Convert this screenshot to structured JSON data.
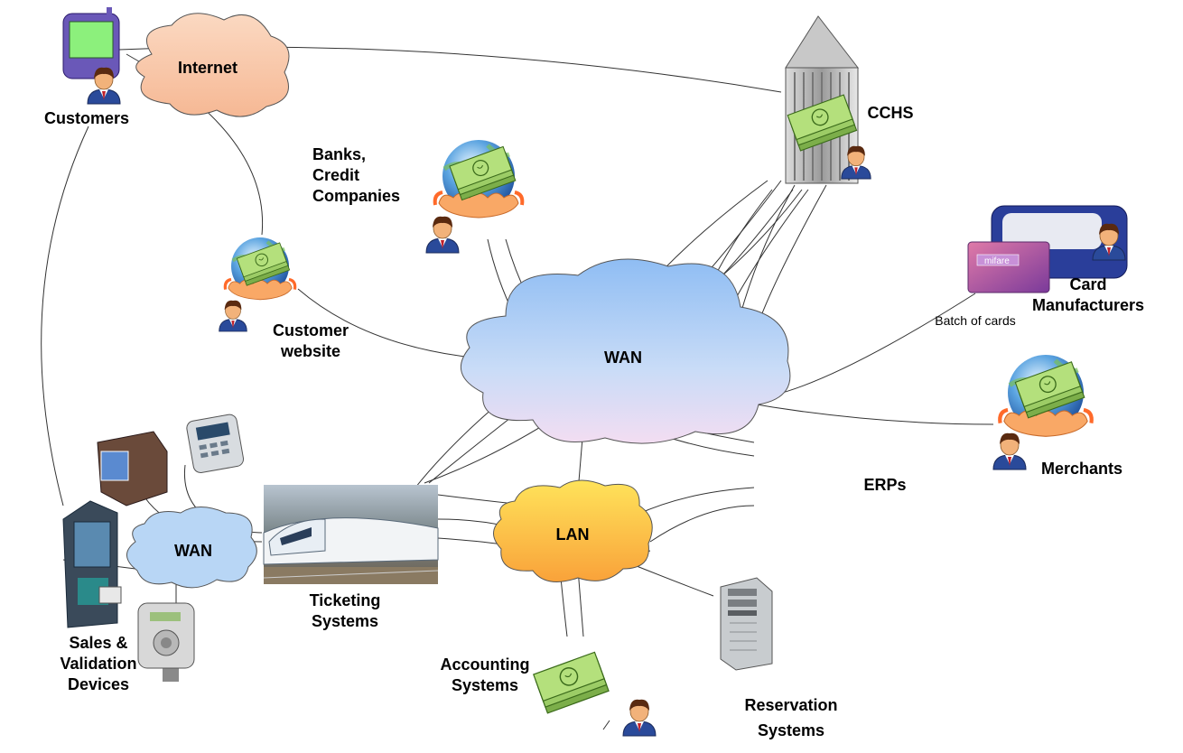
{
  "labels": {
    "internet": "Internet",
    "customers": "Customers",
    "cchs": "CCHS",
    "banks": "Banks,\nCredit\nCompanies",
    "card_manufacturers": "Card\nManufacturers",
    "batch_of_cards": "Batch of cards",
    "customer_website": "Customer\nwebsite",
    "wan_main": "WAN",
    "merchants": "Merchants",
    "erps": "ERPs",
    "wan_local": "WAN",
    "lan": "LAN",
    "ticketing_systems": "Ticketing\nSystems",
    "sales_validation": "Sales &\nValidation\nDevices",
    "accounting_systems": "Accounting\nSystems",
    "reservation_systems": "Reservation\nSystems",
    "card_brand": "mifare"
  },
  "colors": {
    "internet_cloud": "#f9c9a8",
    "wan_cloud": "#a8ccf5",
    "lan_cloud": "#f9b43a",
    "money": "#a8d470",
    "link_line": "#333333"
  },
  "icons": {
    "customer": "person-icon",
    "phone": "mobile-phone-icon",
    "building": "skyscraper-icon",
    "money": "money-globe-icon",
    "printer": "card-printer-icon",
    "train": "train-photo",
    "server": "server-icon",
    "kiosk": "ticket-machine-icon",
    "validator": "validator-icon",
    "pos": "pos-terminal-icon"
  }
}
